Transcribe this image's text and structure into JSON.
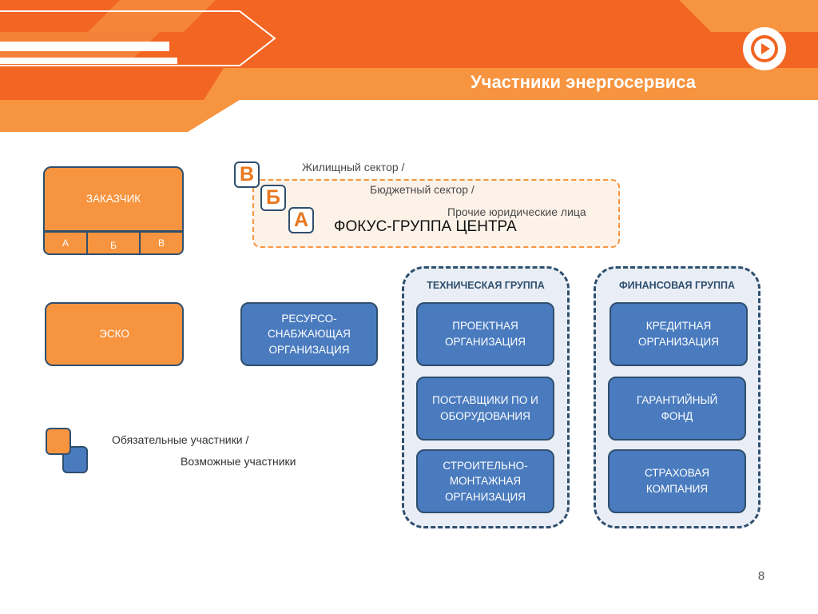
{
  "header": {
    "title": "Участники энергосервиса",
    "logo_icon": "play-circle-icon",
    "colors": {
      "orange_dark": "#f26522",
      "orange_light": "#f7943f",
      "navy": "#2f4f6e",
      "blue": "#4a7bbf"
    }
  },
  "customer": {
    "label": "ЗАКАЗЧИК",
    "sub": [
      "А",
      "Б",
      "В"
    ]
  },
  "esco": {
    "label": "ЭСКО"
  },
  "resource": {
    "label": "РЕСУРСО-\nСНАБЖАЮЩАЯ\nОРГАНИЗАЦИЯ"
  },
  "focus": {
    "letters": [
      "В",
      "Б",
      "А"
    ],
    "sectors": [
      "Жилищный сектор /",
      "Бюджетный сектор /",
      "Прочие юридические лица"
    ],
    "title": "ФОКУС-ГРУППА ЦЕНТРА"
  },
  "technical": {
    "title": "ТЕХНИЧЕСКАЯ ГРУППА",
    "items": [
      "ПРОЕКТНАЯ\nОРГАНИЗАЦИЯ",
      "ПОСТАВЩИКИ ПО И\nОБОРУДОВАНИЯ",
      "СТРОИТЕЛЬНО-\nМОНТАЖНАЯ\nОРГАНИЗАЦИЯ"
    ]
  },
  "financial": {
    "title": "ФИНАНСОВАЯ ГРУППА",
    "items": [
      "КРЕДИТНАЯ\nОРГАНИЗАЦИЯ",
      "ГАРАНТИЙНЫЙ\nФОНД",
      "СТРАХОВАЯ\nКОМПАНИЯ"
    ]
  },
  "legend": {
    "mandatory": "Обязательные участники /",
    "possible": "Возможные участники"
  },
  "page_number": "8"
}
